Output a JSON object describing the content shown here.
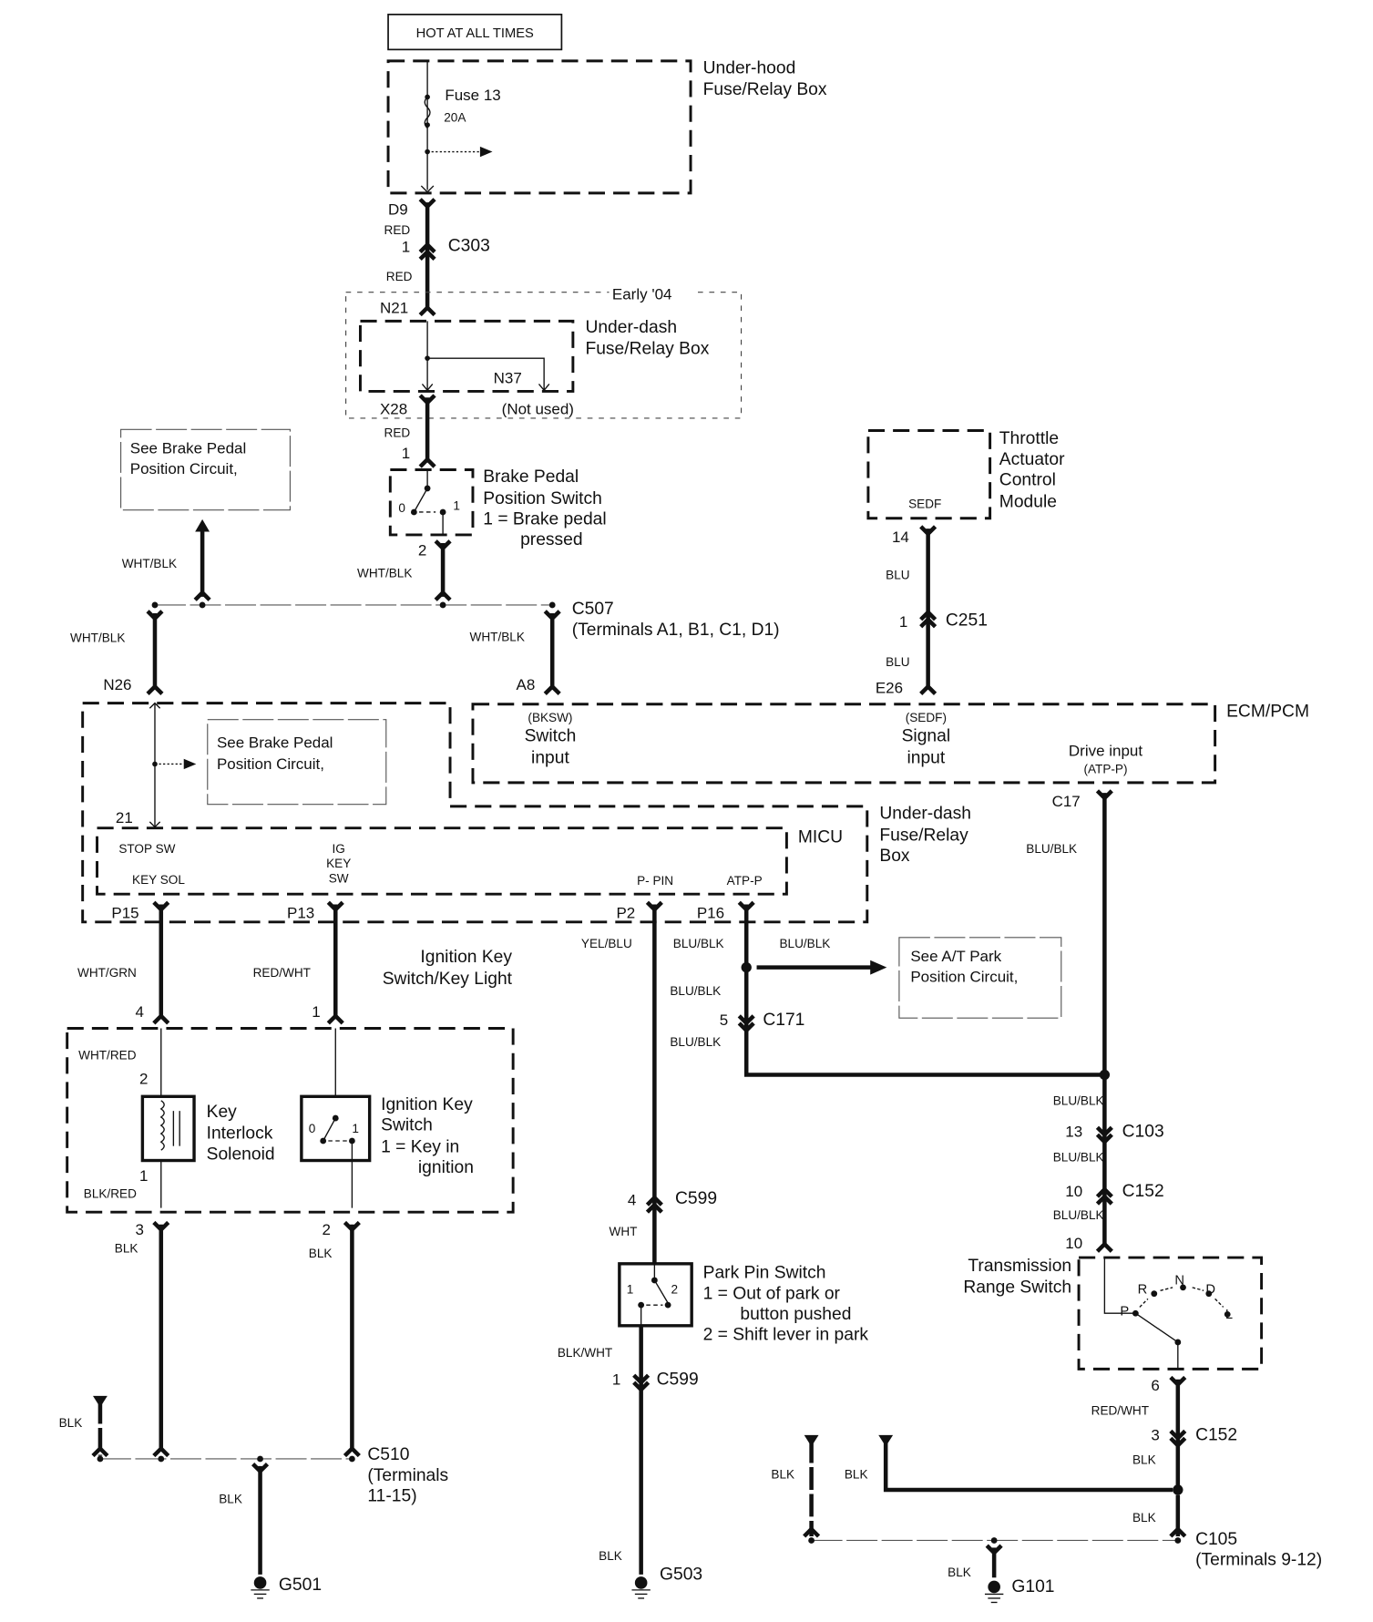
{
  "title_box": "HOT AT ALL TIMES",
  "components": {
    "underhood_box": "Under-hood\nFuse/Relay Box",
    "underhood_box_l1": "Under-hood",
    "underhood_box_l2": "Fuse/Relay Box",
    "fuse_name": "Fuse 13",
    "fuse_rating": "20A",
    "early04": "Early '04",
    "underdash_l1": "Under-dash",
    "underdash_l2": "Fuse/Relay Box",
    "not_used": "(Not used)",
    "bpps_l1": "Brake Pedal",
    "bpps_l2": "Position Switch",
    "bpps_l3": "1 =  Brake pedal",
    "bpps_l4": "pressed",
    "see_bp_l1": "See Brake Pedal",
    "see_bp_l2": "Position Circuit,",
    "tac_l1": "Throttle",
    "tac_l2": "Actuator",
    "tac_l3": "Control",
    "tac_l4": "Module",
    "tac_pin": "SEDF",
    "ecm": "ECM/PCM",
    "ecm_bksw": "(BKSW)",
    "ecm_switch": "Switch",
    "ecm_input": "input",
    "ecm_sedf": "(SEDF)",
    "ecm_signal": "Signal",
    "ecm_drive": "Drive input",
    "ecm_atpp": "(ATP-P)",
    "micu": "MICU",
    "udfr_l1": "Under-dash",
    "udfr_l2": "Fuse/Relay",
    "udfr_l3": "Box",
    "micu_stop": "STOP SW",
    "micu_keysol": "KEY SOL",
    "micu_ig1": "IG",
    "micu_ig2": "KEY",
    "micu_ig3": "SW",
    "micu_ppin": "P- PIN",
    "micu_atpp": "ATP-P",
    "iksl_l1": "Ignition Key",
    "iksl_l2": "Switch/Key Light",
    "kis_l1": "Key",
    "kis_l2": "Interlock",
    "kis_l3": "Solenoid",
    "iks_l1": "Ignition Key",
    "iks_l2": "Switch",
    "iks_l3": "1 =  Key in",
    "iks_l4": "ignition",
    "see_at_l1": "See A/T Park",
    "see_at_l2": "Position Circuit,",
    "pps_l1": "Park Pin Switch",
    "pps_l2": "1 = Out of park or",
    "pps_l3": "button pushed",
    "pps_l4": "2 = Shift lever in park",
    "trs_l1": "Transmission",
    "trs_l2": "Range Switch",
    "trs_positions": [
      "P",
      "R",
      "N",
      "D",
      "L"
    ],
    "sw0": "0",
    "sw1": "1",
    "sw2": "2"
  },
  "connectors": {
    "c303": "C303",
    "c507": "C507",
    "c507_terms": "(Terminals A1, B1, C1, D1)",
    "c251": "C251",
    "c171": "C171",
    "c103": "C103",
    "c152a": "C152",
    "c599a": "C599",
    "c599b": "C599",
    "c510": "C510",
    "c510_t1": "(Terminals",
    "c510_t2": "11-15)",
    "c152b": "C152",
    "c105": "C105",
    "c105_terms": "(Terminals 9-12)"
  },
  "grounds": {
    "g501": "G501",
    "g503": "G503",
    "g101": "G101"
  },
  "pins": {
    "d9": "D9",
    "p1_c303": "1",
    "n21": "N21",
    "n37": "N37",
    "x28": "X28",
    "bp1": "1",
    "bp2": "2",
    "p14": "14",
    "p1_c251": "1",
    "e26": "E26",
    "n26": "N26",
    "a8": "A8",
    "p21": "21",
    "c17": "C17",
    "p15": "P15",
    "p13": "P13",
    "p2": "P2",
    "p16": "P16",
    "p4": "4",
    "p1k": "1",
    "ks2": "2",
    "ks1": "1",
    "p3": "3",
    "p2b": "2",
    "p5": "5",
    "p13c": "13",
    "p10a": "10",
    "p10b": "10",
    "p4c": "4",
    "p1c": "1",
    "p6": "6",
    "p3c": "3"
  },
  "wires": {
    "red": "RED",
    "wht_blk": "WHT/BLK",
    "blu": "BLU",
    "blu_blk": "BLU/BLK",
    "wht_grn": "WHT/GRN",
    "red_wht": "RED/WHT",
    "yel_blu": "YEL/BLU",
    "wht_red": "WHT/RED",
    "blk_red": "BLK/RED",
    "blk": "BLK",
    "wht": "WHT",
    "blk_wht": "BLK/WHT"
  }
}
